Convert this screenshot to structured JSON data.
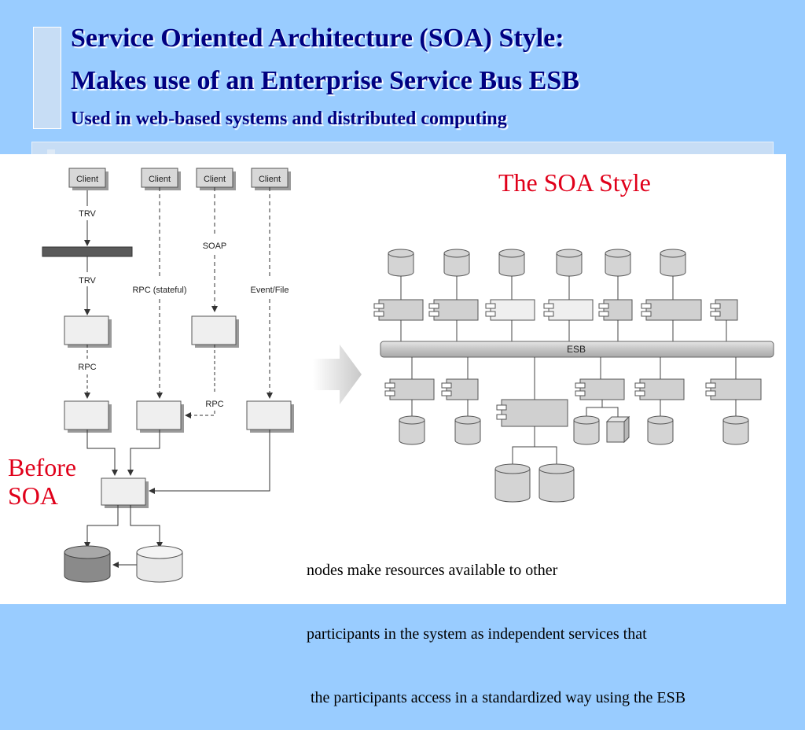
{
  "slide": {
    "title_line1": "Service Oriented Architecture (SOA) Style:",
    "title_line2": "Makes use of an Enterprise Service Bus ESB",
    "subtitle": "Used in web-based systems and distributed computing",
    "soa_label": "The SOA Style",
    "before_label_line1": "Before",
    "before_label_line2": "SOA",
    "caption_lines": [
      "nodes make resources available to other",
      "participants in the system as independent services that",
      " the participants access in a standardized way using the ESB"
    ]
  },
  "before_diagram": {
    "clients": [
      "Client",
      "Client",
      "Client",
      "Client"
    ],
    "connector_labels": {
      "trv_top": "TRV",
      "trv_bottom": "TRV",
      "soap": "SOAP",
      "rpc_stateful": "RPC (stateful)",
      "event_file": "Event/File",
      "rpc_left": "RPC",
      "rpc_right": "RPC"
    }
  },
  "soa_diagram": {
    "bus_label": "ESB"
  },
  "colors": {
    "background": "#99ccff",
    "title": "#000080",
    "label_red": "#e0001a"
  }
}
